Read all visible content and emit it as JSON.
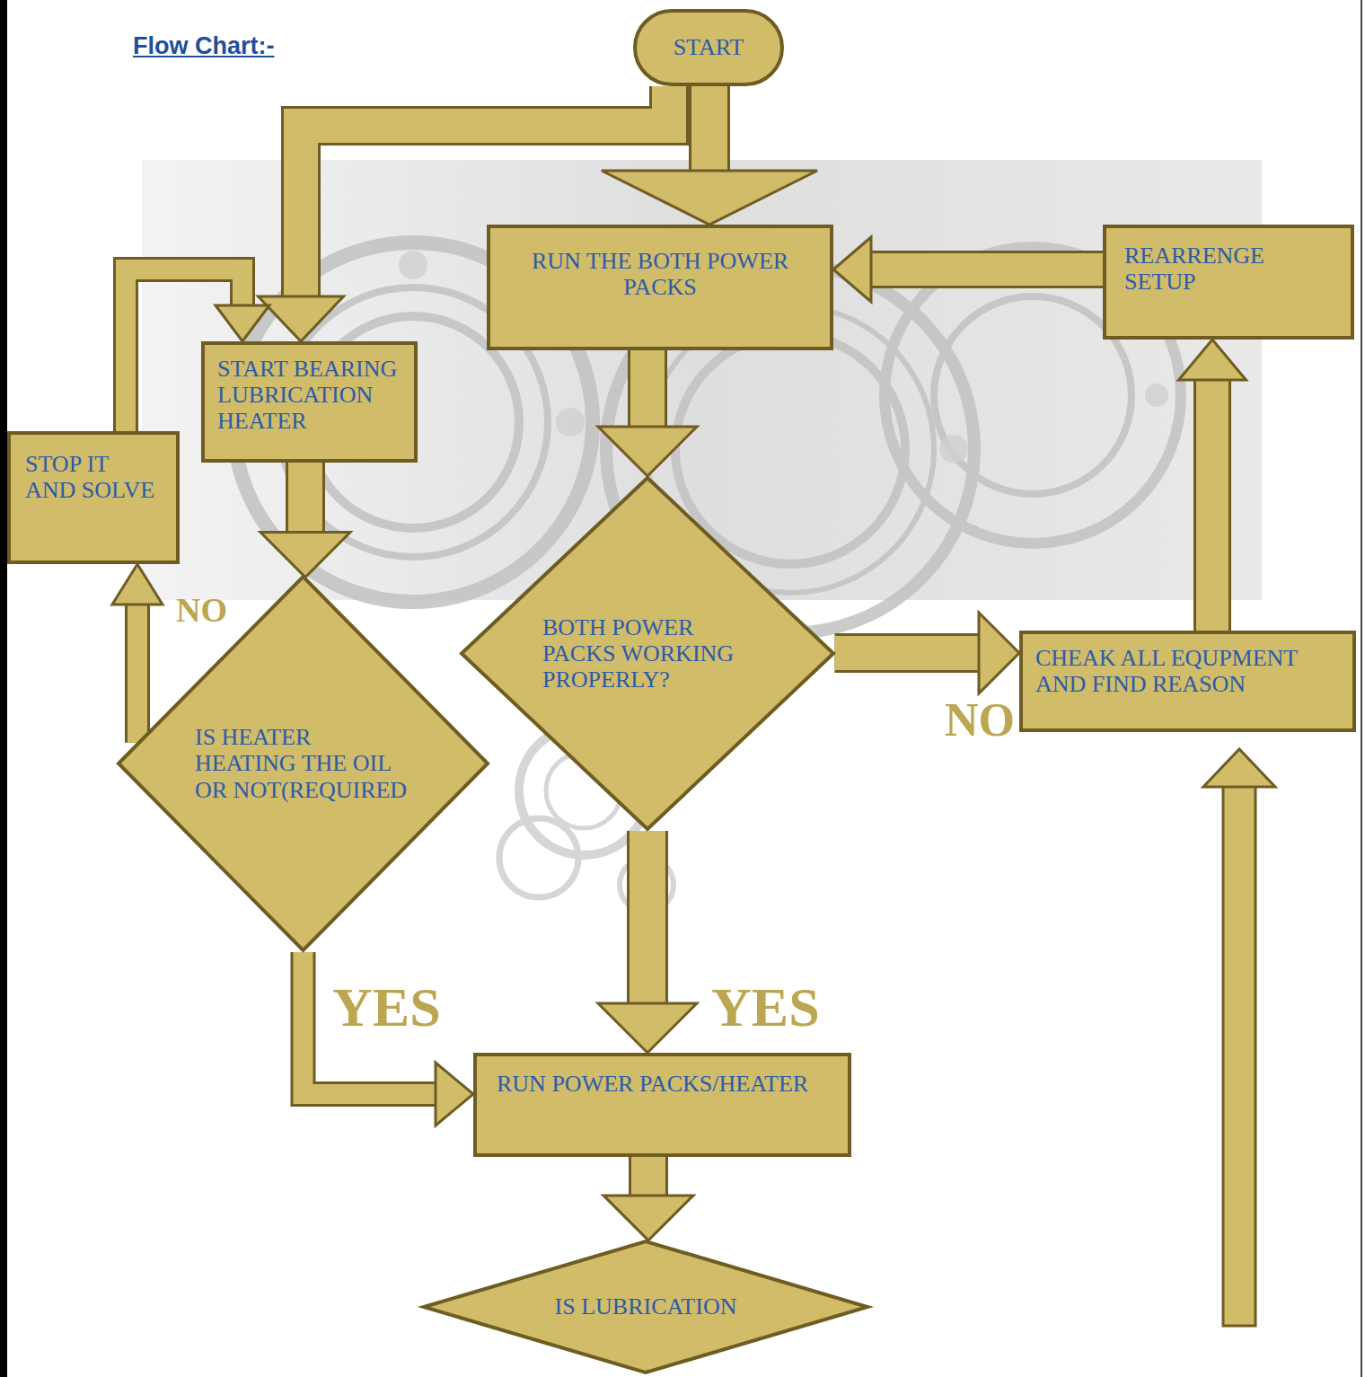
{
  "diagram": {
    "title": "Flow Chart:-",
    "nodes": [
      {
        "text": [
          "START"
        ]
      },
      {
        "text": [
          "RUN THE BOTH POWER PACKS"
        ]
      },
      {
        "text": [
          "REARRENGE SETUP"
        ]
      },
      {
        "text": [
          "START BEARING LUBRICATION HEATER"
        ]
      },
      {
        "text": [
          "STOP IT AND SOLVE"
        ]
      },
      {
        "text": [
          "BOTH POWER PACKS WORKING PROPERLY?"
        ]
      },
      {
        "text": [
          "CHEAK ALL EQUPMENT AND FIND REASON"
        ]
      },
      {
        "text": [
          "IS HEATER HEATING THE OIL OR NOT(REQUIRED"
        ]
      },
      {
        "text": [
          "RUN POWER PACKS/HEATER"
        ]
      },
      {
        "text": [
          "IS LUBRICATION"
        ]
      }
    ],
    "edges": [
      {
        "from": 0,
        "to": 1,
        "arrow": "to"
      },
      {
        "from": 0,
        "to": 3,
        "arrow": "to"
      },
      {
        "from": 1,
        "to": 5,
        "arrow": "to"
      },
      {
        "from": 5,
        "to": 6,
        "arrow": "to",
        "label": "NO"
      },
      {
        "from": 6,
        "to": 2,
        "arrow": "to"
      },
      {
        "from": 2,
        "to": 1,
        "arrow": "to"
      },
      {
        "from": 5,
        "to": 8,
        "arrow": "to",
        "label": "YES"
      },
      {
        "from": 3,
        "to": 7,
        "arrow": "to"
      },
      {
        "from": 7,
        "to": 4,
        "arrow": "to",
        "label": "NO"
      },
      {
        "from": 4,
        "to": 3,
        "arrow": "to"
      },
      {
        "from": 7,
        "to": 8,
        "arrow": "to",
        "label": "YES"
      },
      {
        "from": 8,
        "to": 9,
        "arrow": "to"
      }
    ]
  }
}
